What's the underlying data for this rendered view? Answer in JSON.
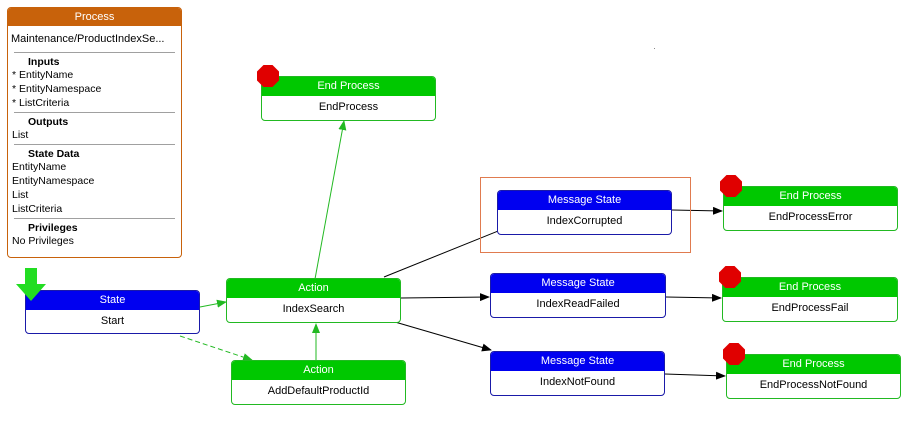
{
  "process": {
    "title": "Process",
    "name": "Maintenance/ProductIndexSe...",
    "inputs_title": "Inputs",
    "inputs": [
      "* EntityName",
      "* EntityNamespace",
      "* ListCriteria"
    ],
    "outputs_title": "Outputs",
    "outputs": [
      "List"
    ],
    "state_data_title": "State Data",
    "state_data": [
      "EntityName",
      "EntityNamespace",
      "List",
      "ListCriteria"
    ],
    "privileges_title": "Privileges",
    "privileges": [
      "No Privileges"
    ]
  },
  "nodes": {
    "start": {
      "type": "State",
      "name": "Start"
    },
    "index_search": {
      "type": "Action",
      "name": "IndexSearch"
    },
    "add_default": {
      "type": "Action",
      "name": "AddDefaultProductId"
    },
    "end_process": {
      "type": "End Process",
      "name": "EndProcess"
    },
    "index_corrupted": {
      "type": "Message State",
      "name": "IndexCorrupted"
    },
    "index_read_failed": {
      "type": "Message State",
      "name": "IndexReadFailed"
    },
    "index_not_found": {
      "type": "Message State",
      "name": "IndexNotFound"
    },
    "end_error": {
      "type": "End Process",
      "name": "EndProcessError"
    },
    "end_fail": {
      "type": "End Process",
      "name": "EndProcessFail"
    },
    "end_not_found": {
      "type": "End Process",
      "name": "EndProcessNotFound"
    }
  },
  "colors": {
    "process_header": "#c8620b",
    "action_header": "#00c800",
    "state_header": "#0000f0",
    "end_header": "#00c800",
    "start_marker": "#22dd22",
    "stop_marker": "#e00000",
    "selection": "#e07b4f",
    "arrow_green": "#22b922",
    "arrow_black": "#000000"
  }
}
